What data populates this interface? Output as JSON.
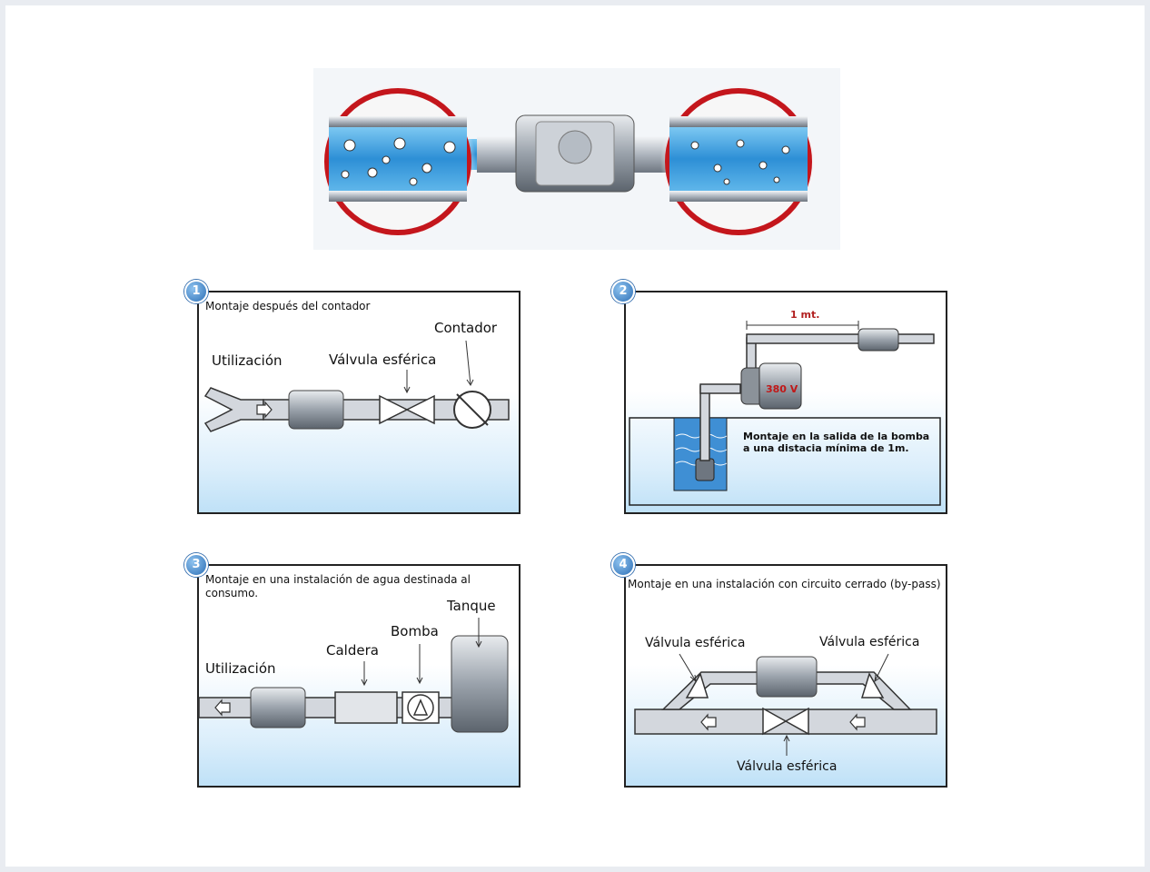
{
  "panels": [
    {
      "number": "1",
      "title": "Montaje después del contador",
      "labels": {
        "utilizacion": "Utilización",
        "valvula": "Válvula esférica",
        "contador": "Contador"
      }
    },
    {
      "number": "2",
      "distance": "1 mt.",
      "voltage": "380 V",
      "note_line1": "Montaje en la salida de la bomba",
      "note_line2": "a una distacia mínima de 1m."
    },
    {
      "number": "3",
      "title_line1": "Montaje en una instalación de agua  destinada al",
      "title_line2": "consumo.",
      "labels": {
        "utilizacion": "Utilización",
        "caldera": "Caldera",
        "bomba": "Bomba",
        "tanque": "Tanque"
      }
    },
    {
      "number": "4",
      "title": "Montaje en una instalación con circuito cerrado (by-pass)",
      "labels": {
        "valvula_left": "Válvula esférica",
        "valvula_right": "Válvula esférica",
        "valvula_bottom": "Válvula esférica"
      }
    }
  ],
  "colors": {
    "ring": "#d0202a",
    "water": "#3fa4e0",
    "pipe": "#c9ced6",
    "panel_blue": "#bfe1f7"
  }
}
